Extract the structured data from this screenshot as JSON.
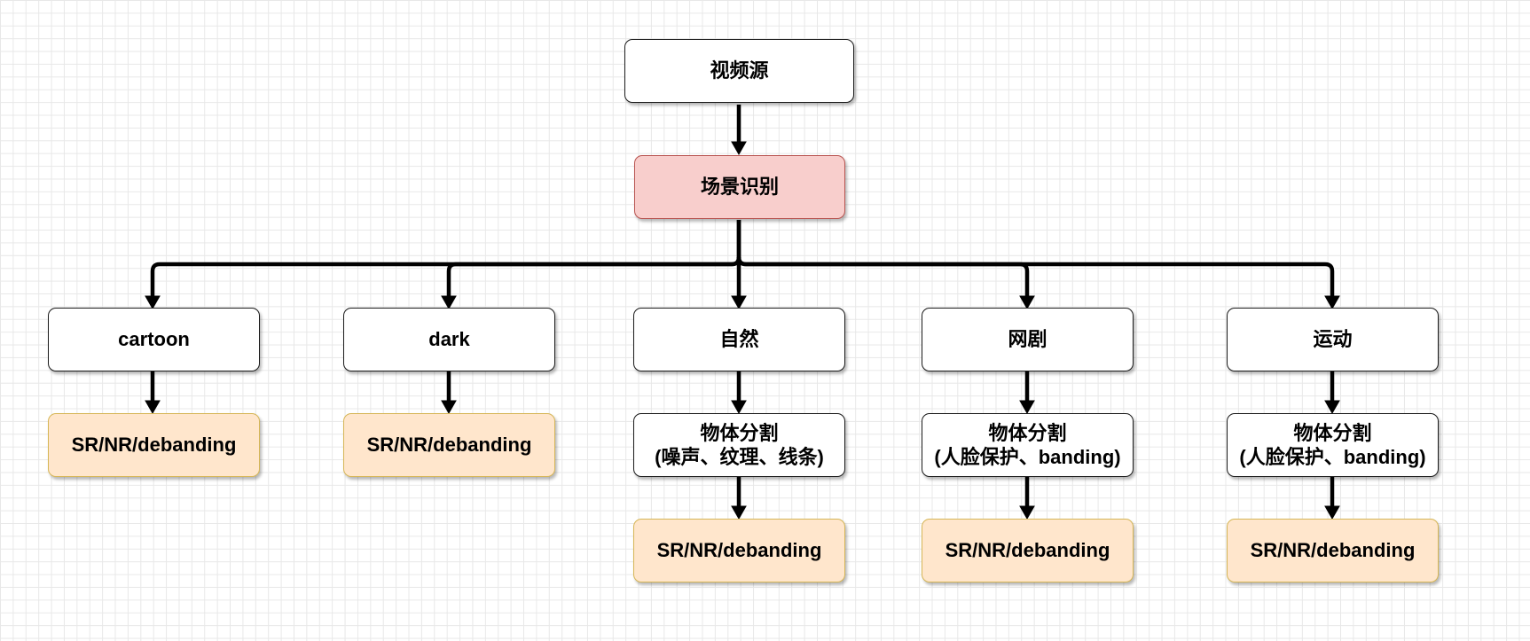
{
  "nodes": {
    "source": "视频源",
    "scene": "场景识别",
    "categories": [
      "cartoon",
      "dark",
      "自然",
      "网剧",
      "运动"
    ],
    "seg_title": "物体分割",
    "seg_natural_detail": "(噪声、纹理、线条)",
    "seg_web_detail": "(人脸保护、banding)",
    "seg_sport_detail": "(人脸保护、banding)",
    "process": "SR/NR/debanding"
  },
  "colors": {
    "scene_fill": "#f8cecc",
    "scene_stroke": "#b85450",
    "process_fill": "#ffe6cc",
    "process_stroke": "#d6b656"
  }
}
